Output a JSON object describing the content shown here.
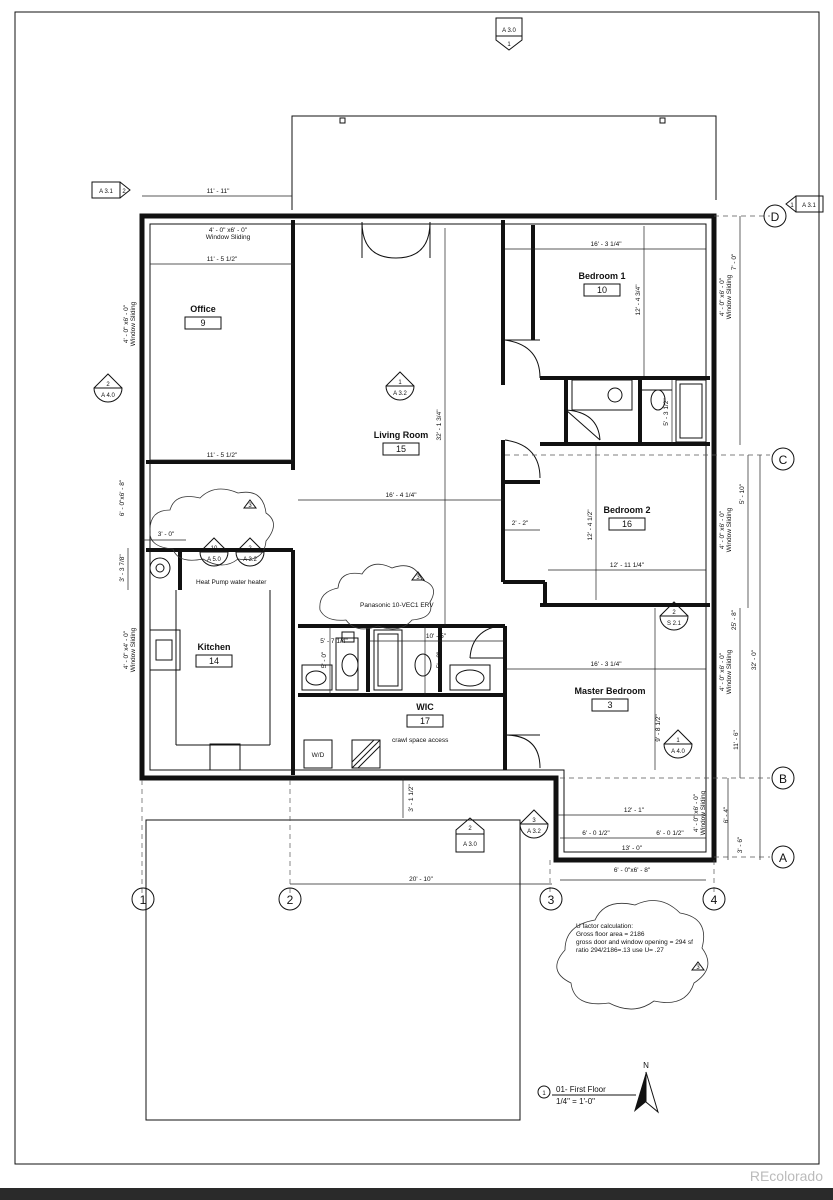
{
  "rooms": {
    "office": {
      "label": "Office",
      "number": "9"
    },
    "living": {
      "label": "Living Room",
      "number": "15"
    },
    "bed1": {
      "label": "Bedroom 1",
      "number": "10"
    },
    "bed2": {
      "label": "Bedroom 2",
      "number": "16"
    },
    "kitchen": {
      "label": "Kitchen",
      "number": "14"
    },
    "wic": {
      "label": "WIC",
      "number": "17"
    },
    "master": {
      "label": "Master Bedroom",
      "number": "3"
    }
  },
  "grid": {
    "c1": "1",
    "c2": "2",
    "c3": "3",
    "c4": "4",
    "rA": "A",
    "rB": "B",
    "rC": "C",
    "rD": "D"
  },
  "dims": {
    "d1": "11' - 11\"",
    "d2": "11' - 5 1/2\"",
    "d3": "11' - 5 1/2\"",
    "d4": "16' - 3 1/4\"",
    "d5": "16' - 4 1/4\"",
    "d6": "12' - 11 1/4\"",
    "d7": "16' - 3 1/4\"",
    "d8": "12' - 1\"",
    "d9": "6' - 0 1/2\"",
    "d10": "6' - 0 1/2\"",
    "d11": "13' - 0\"",
    "d12": "6' - 0\"x6' - 8\"",
    "d13": "20' - 10\"",
    "d14": "3' - 0\"",
    "d15": "2' - 2\"",
    "d16": "10' - 5\"",
    "d17": "5' - 7 1/4\"",
    "d18": "5' - 0\"",
    "d19": "5' - 0\"",
    "d20": "3' - 1 1/2\"",
    "v1": "32' - 1 3/4\"",
    "v2": "12' - 4 3/4\"",
    "v3": "5' - 3 1/2\"",
    "v4": "12' - 4 1/2\"",
    "v5": "9' - 8 1/2\"",
    "v6": "7' - 0\"",
    "v7": "5' - 10\"",
    "v8": "25' - 8\"",
    "v9": "32' - 0\"",
    "v10": "11' - 6\"",
    "v11": "6' - 4\"",
    "v12": "3' - 6\"",
    "v13": "6' - 0\"x6' - 8\"",
    "v14": "3' - 3 7/8\""
  },
  "windows": {
    "w1": "4' - 0\" x6' - 0\"",
    "w1b": "Window Sliding",
    "w2": "4' - 0\" x6' - 0\"",
    "w2b": "Window Sliding",
    "w3": "4' - 0\" x6' - 0\"",
    "w3b": "Window Sliding",
    "w4": "4' - 0\" x6' - 0\"",
    "w4b": "Window Sliding",
    "w5": "4' - 0\" x6' - 0\"",
    "w5b": "Window Sliding",
    "w6": "4' - 0\" x6' - 0\"",
    "w6b": "Window Sliding",
    "w7": "4' - 0\" x4' - 0\"",
    "w7b": "Window Sliding"
  },
  "tags": {
    "t1a": "A 3.0",
    "t1b": "1",
    "t2a": "A 3.1",
    "t2b": "2",
    "t3a": "A 3.1",
    "t3b": "1",
    "t4a": "2",
    "t4b": "A 4.0",
    "t5a": "1",
    "t5b": "A 3.2",
    "t6a": "10",
    "t6b": "A 5.0",
    "t7a": "2",
    "t7b": "A 3.2",
    "t8a": "2",
    "t8b": "S 2.1",
    "t9a": "1",
    "t9b": "A 4.0",
    "t10a": "3",
    "t10b": "A 3.2",
    "t11a": "2",
    "t11b": "A 3.0",
    "rev": "3"
  },
  "notes": {
    "heatpump": "Heat Pump water heater",
    "erv": "Panasonic 10-VEC1 ERV",
    "crawl": "crawl space access",
    "wd": "W/D",
    "u1": "U factor calculation:",
    "u2": "Gross floor area = 2186",
    "u3": "gross door and window opening = 294 sf",
    "u4": "ratio 294/2186=.13 use U= .27"
  },
  "title": {
    "num": "1",
    "name": "01- First Floor",
    "scale": "1/4\" = 1'-0\""
  },
  "north": "N",
  "watermark": "REcolorado"
}
